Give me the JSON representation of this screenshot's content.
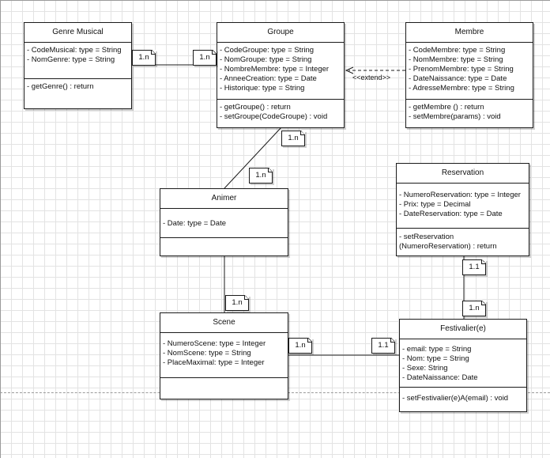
{
  "classes": {
    "genre": {
      "name": "Genre Musical",
      "attributes": [
        "- CodeMusical: type = String",
        "- NomGenre: type = String"
      ],
      "operations": [
        "-  getGenre() : return"
      ]
    },
    "groupe": {
      "name": "Groupe",
      "attributes": [
        "- CodeGroupe: type = String",
        "- NomGroupe: type = String",
        "- NombreMembre: type = Integer",
        "- AnneeCreation: type = Date",
        "- Historique: type = String"
      ],
      "operations": [
        "-  getGroupe() : return",
        "-  setGroupe(CodeGroupe) : void"
      ]
    },
    "membre": {
      "name": "Membre",
      "attributes": [
        "- CodeMembre: type = String",
        "- NomMembre: type = String",
        "- PrenomMembre: type = String",
        "- DateNaissance: type = Date",
        "- AdresseMembre: type = String"
      ],
      "operations": [
        "-  getMembre () : return",
        "-  setMembre(params) : void"
      ]
    },
    "reservation": {
      "name": "Reservation",
      "attributes": [
        "- NumeroReservation: type = Integer",
        "- Prix: type = Decimal",
        "- DateReservation: type =  Date"
      ],
      "operations": [
        "-  setReservation",
        "(NumeroReservation) : return"
      ]
    },
    "animer": {
      "name": "Animer",
      "attributes": [
        "-   Date: type = Date"
      ],
      "operations": []
    },
    "scene": {
      "name": "Scene",
      "attributes": [
        "- NumeroScene: type = Integer",
        "- NomScene: type = String",
        "- PlaceMaximal: type = Integer"
      ],
      "operations": []
    },
    "festivalier": {
      "name": "Festivalier(e)",
      "attributes": [
        "-  email: type = String",
        "-   Nom: type = String",
        "-    Sexe: String",
        "-   DateNaissance: Date"
      ],
      "operations": [
        "-   setFestivalier(e)A(email) : void"
      ]
    }
  },
  "notes": {
    "genre_groupe_left": "1.n",
    "genre_groupe_right": "1.n",
    "groupe_bottom": "1.n",
    "animer_top": "1.n",
    "animer_bottom": "1.n",
    "scene_right": "1.n",
    "festivalier_left": "1.1",
    "reservation_bottom": "1.1",
    "festivalier_top": "1.n"
  },
  "stereotype": "<<extend>>",
  "colors": {
    "line": "#1b1b1b",
    "grid": "#e3e3e3",
    "box_fill": "#ffffff"
  }
}
